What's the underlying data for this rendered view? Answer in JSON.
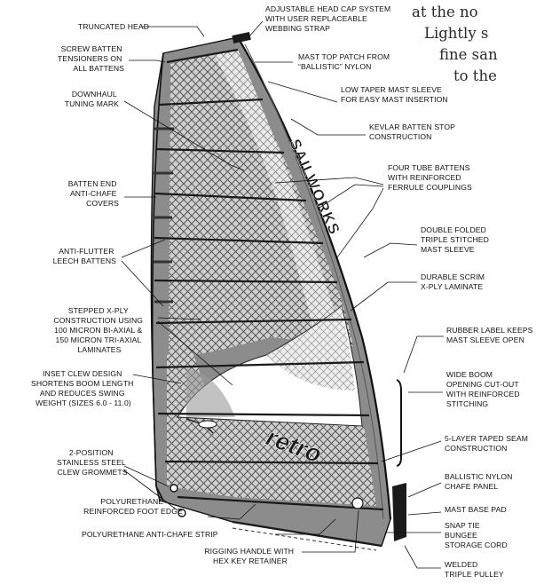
{
  "intro_text": [
    "at the no",
    "Lightly s",
    "fine san",
    "to the"
  ],
  "sail_graphics": {
    "brand_mark": "SAILWORKS",
    "model_mark": "retro"
  },
  "labels": {
    "truncated_head": [
      "TRUNCATED HEAD"
    ],
    "head_cap": [
      "ADJUSTABLE HEAD CAP SYSTEM",
      "WITH USER REPLACEABLE",
      "WEBBING STRAP"
    ],
    "screw_batten": [
      "SCREW BATTEN",
      "TENSIONERS ON",
      "ALL BATTENS"
    ],
    "mast_top_patch": [
      "MAST TOP PATCH FROM",
      "“BALLISTIC” NYLON"
    ],
    "low_taper_sleeve": [
      "LOW TAPER MAST SLEEVE",
      "FOR EASY MAST INSERTION"
    ],
    "downhaul_mark": [
      "DOWNHAUL",
      "TUNING MARK"
    ],
    "kevlar_batten_stop": [
      "KEVLAR BATTEN STOP",
      "CONSTRUCTION"
    ],
    "four_tube_battens": [
      "FOUR TUBE BATTENS",
      "WITH REINFORCED",
      "FERRULE COUPLINGS"
    ],
    "batten_end_covers": [
      "BATTEN END",
      "ANTI-CHAFE",
      "COVERS"
    ],
    "double_folded_sleeve": [
      "DOUBLE FOLDED",
      "TRIPLE STITCHED",
      "MAST SLEEVE"
    ],
    "anti_flutter": [
      "ANTI-FLUTTER",
      "LEECH BATTENS"
    ],
    "durable_scrim": [
      "DURABLE SCRIM",
      "X-PLY LAMINATE"
    ],
    "stepped_xply": [
      "STEPPED X-PLY",
      "CONSTRUCTION USING",
      "100 MICRON BI-AXIAL &",
      "150 MICRON TRI-AXIAL",
      "LAMINATES"
    ],
    "rubber_label": [
      "RUBBER LABEL KEEPS",
      "MAST SLEEVE OPEN"
    ],
    "inset_clew": [
      "INSET CLEW DESIGN",
      "SHORTENS BOOM LENGTH",
      "AND REDUCES SWING",
      "WEIGHT (SIZES 6.0 - 11.0)"
    ],
    "wide_boom_opening": [
      "WIDE BOOM",
      "OPENING CUT-OUT",
      "WITH REINFORCED",
      "STITCHING"
    ],
    "five_layer_seam": [
      "5-LAYER TAPED SEAM",
      "CONSTRUCTION"
    ],
    "clew_grommets": [
      "2-POSITION",
      "STAINLESS STEEL",
      "CLEW GROMMETS"
    ],
    "ballistic_chafe": [
      "BALLISTIC NYLON",
      "CHAFE PANEL"
    ],
    "pu_foot_edge": [
      "POLYURETHANE",
      "REINFORCED FOOT EDGE"
    ],
    "mast_base_pad": [
      "MAST BASE PAD"
    ],
    "pu_anti_chafe": [
      "POLYURETHANE ANTI-CHAFE STRIP"
    ],
    "snap_tie": [
      "SNAP TIE",
      "BUNGEE",
      "STORAGE CORD"
    ],
    "rigging_handle": [
      "RIGGING HANDLE WITH",
      "HEX KEY RETAINER"
    ],
    "welded_pulley": [
      "WELDED",
      "TRIPLE PULLEY"
    ]
  },
  "colors": {
    "ink": "#111111",
    "sail_grey": "#8c8c8c",
    "mesh_dark": "#555555",
    "window": "#ffffff"
  }
}
